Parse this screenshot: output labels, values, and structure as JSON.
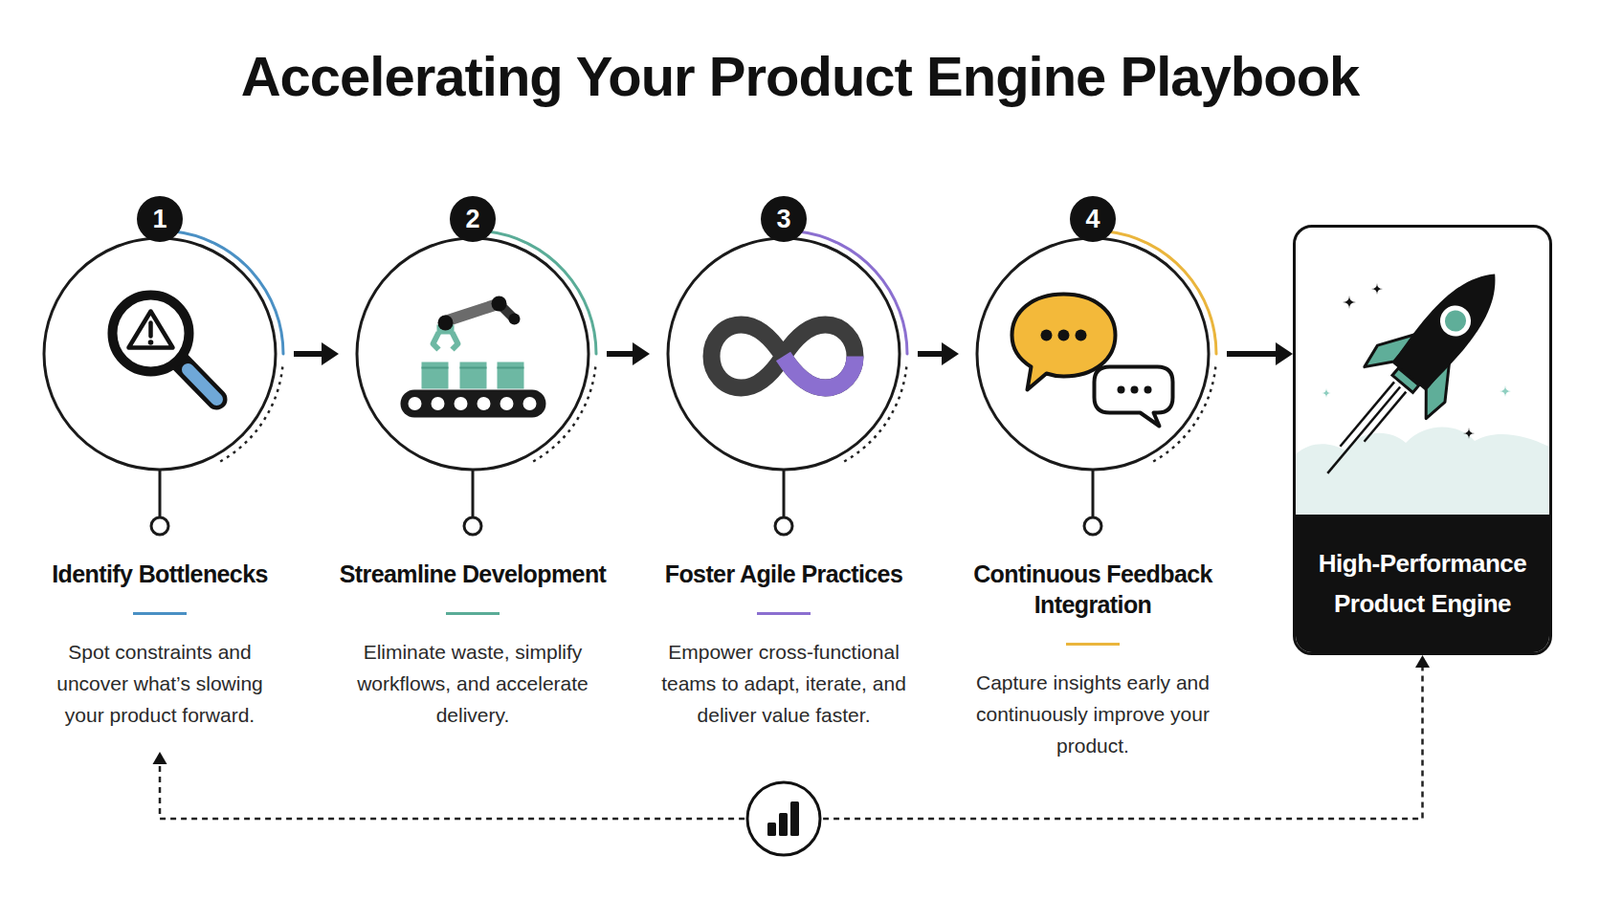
{
  "diagram": {
    "title": "Accelerating Your Product Engine Playbook",
    "nodes": [
      {
        "text": [
          "Identify Bottlenecks",
          "Spot constraints and uncover what’s slowing your product forward."
        ]
      },
      {
        "text": [
          "1"
        ],
        "in": 0
      },
      {
        "text": [
          "Streamline Development",
          "Eliminate waste, simplify workflows, and accelerate delivery."
        ]
      },
      {
        "text": [
          "2"
        ],
        "in": 2
      },
      {
        "text": [
          "Foster Agile Practices",
          "Empower cross-functional teams to adapt, iterate, and deliver value faster."
        ]
      },
      {
        "text": [
          "3"
        ],
        "in": 4
      },
      {
        "text": [
          "Continuous Feedback Integration",
          "Capture insights early and continuously improve your product."
        ]
      },
      {
        "text": [
          "4"
        ],
        "in": 6
      },
      {
        "text": [
          "High-Performance Product Engine"
        ]
      }
    ],
    "edges": [
      {
        "from": 0,
        "to": 2,
        "arrow": "to"
      },
      {
        "from": 2,
        "to": 4,
        "arrow": "to"
      },
      {
        "from": 4,
        "to": 6,
        "arrow": "to"
      },
      {
        "from": 6,
        "to": 8,
        "arrow": "to"
      },
      {
        "from": 8,
        "to": 0,
        "arrow": "both"
      }
    ]
  }
}
